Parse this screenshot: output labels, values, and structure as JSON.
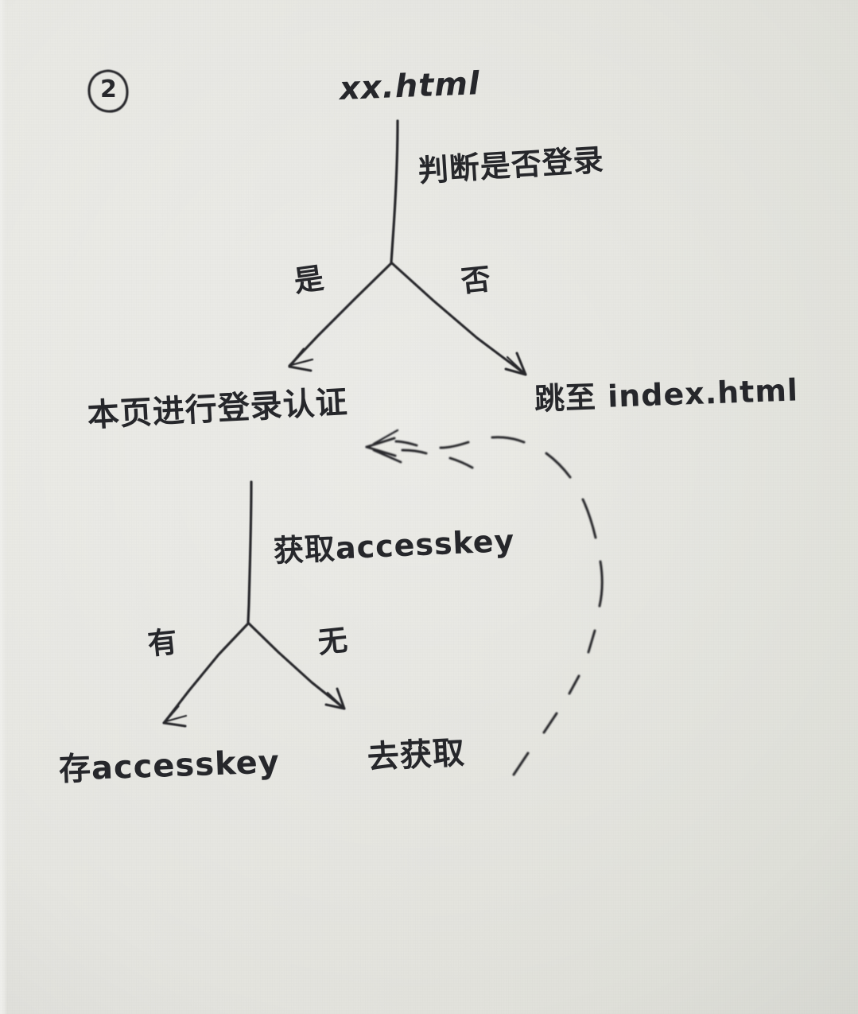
{
  "sheet": {
    "marker": "②",
    "paper_color": "#e4e4df",
    "ink_color": "#25262a"
  },
  "diagram": {
    "title": "xx.html",
    "nodes": [
      {
        "id": "root",
        "label": "xx.html",
        "kind": "page"
      },
      {
        "id": "auth",
        "label": "本页进行登录认证",
        "kind": "process"
      },
      {
        "id": "index",
        "label": "跳至 index.html",
        "kind": "page"
      },
      {
        "id": "store_key",
        "label": "存accesskey",
        "kind": "process"
      },
      {
        "id": "fetch_key",
        "label": "去获取",
        "kind": "process"
      }
    ],
    "edges": [
      {
        "from": "root",
        "to": "decision_1",
        "label": "判断是否登录",
        "style": "solid"
      },
      {
        "from": "decision_1",
        "to": "auth",
        "label": "是",
        "style": "solid"
      },
      {
        "from": "decision_1",
        "to": "index",
        "label": "否",
        "style": "solid"
      },
      {
        "from": "auth",
        "to": "decision_2",
        "label": "获取accesskey",
        "style": "solid"
      },
      {
        "from": "decision_2",
        "to": "store_key",
        "label": "有",
        "style": "solid"
      },
      {
        "from": "decision_2",
        "to": "fetch_key",
        "label": "无",
        "style": "solid"
      },
      {
        "from": "fetch_key",
        "to": "auth",
        "label": "",
        "style": "dashed"
      }
    ],
    "labels": {
      "marker": "②",
      "root_title": "xx.html",
      "decision_1": "判断是否登录",
      "branch_yes_1": "是",
      "branch_no_1": "否",
      "node_auth": "本页进行登录认证",
      "node_index": "跳至 index.html",
      "decision_2": "获取accesskey",
      "branch_has": "有",
      "branch_none": "无",
      "node_store": "存accesskey",
      "node_fetch": "去获取"
    }
  }
}
